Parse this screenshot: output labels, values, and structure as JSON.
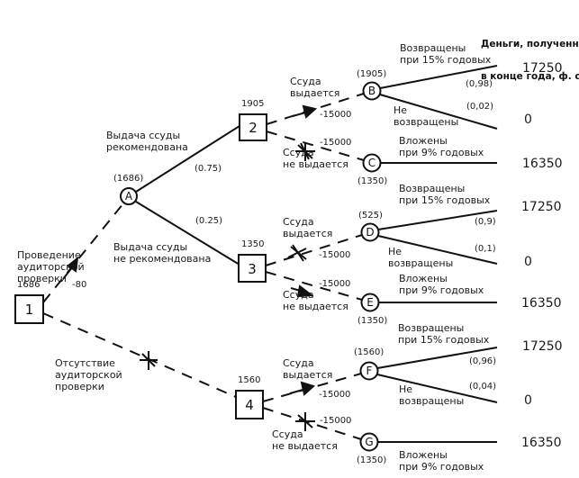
{
  "header": {
    "line1": "Деньги, полученн",
    "line2": "в конце года, ф. с"
  },
  "decisions": {
    "d1": {
      "label": "1",
      "value": "1686"
    },
    "d2": {
      "label": "2",
      "value": "1905"
    },
    "d3": {
      "label": "3",
      "value": "1350"
    },
    "d4": {
      "label": "4",
      "value": "1560"
    }
  },
  "chances": {
    "A": {
      "label": "A",
      "value": "(1686)"
    },
    "B": {
      "label": "B",
      "value": "(1905)"
    },
    "C": {
      "label": "C",
      "value": "(1350)"
    },
    "D": {
      "label": "D",
      "value": "(525)"
    },
    "E": {
      "label": "E",
      "value": "(1350)"
    },
    "F": {
      "label": "F",
      "value": "(1560)"
    },
    "G": {
      "label": "G",
      "value": "(1350)"
    }
  },
  "branches": {
    "audit": "Проведение\nаудиторской\nпроверки",
    "audit_cost": "-80",
    "no_audit": "Отсутствие\nаудиторской\nпроверки",
    "recommended": "Выдача ссуды\nрекомендована",
    "recommended_prob": "(0.75)",
    "not_recommended": "Выдача ссуды\nне рекомендована",
    "not_recommended_prob": "(0.25)",
    "loan_given": "Ссуда\nвыдается",
    "loan_not_given": "Ссуда\nне выдается",
    "amount": "-15000",
    "returned": "Возвращены\nпри 15% годовых",
    "not_returned": "Не\nвозвращены",
    "invested": "Вложены\nпри 9% годовых"
  },
  "probabilities": {
    "B_return": "(0,98)",
    "B_default": "(0,02)",
    "D_return": "(0,9)",
    "D_default": "(0,1)",
    "F_return": "(0,96)",
    "F_default": "(0,04)"
  },
  "payoffs": {
    "returned": "17250",
    "not_returned": "0",
    "invested": "16350"
  }
}
